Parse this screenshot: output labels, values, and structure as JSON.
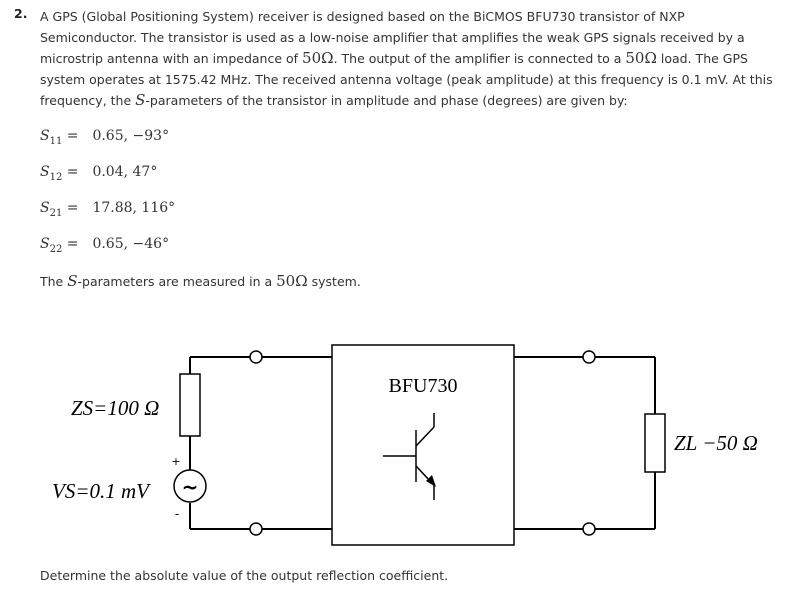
{
  "question_number": "2.",
  "intro": {
    "p1": "A GPS (Global Positioning System) receiver is designed based on the BiCMOS BFU730 transistor of NXP Semiconductor. The transistor is used as a low-noise amplifier that amplifies the weak GPS signals received by a microstrip antenna with an impedance of ",
    "m1": "50Ω",
    "p2": ". The output of the amplifier is connected to a ",
    "m2": "50Ω",
    "p3": " load. The GPS system operates at 1575.42 MHz. The received antenna voltage (peak amplitude) at this frequency is 0.1 mV. At this frequency, the ",
    "m3": "S",
    "p4": "-parameters of the transistor in amplitude and phase (degrees) are given by:"
  },
  "equations": [
    {
      "sub": "11",
      "value": "0.65, −93°"
    },
    {
      "sub": "12",
      "value": "0.04, 47°"
    },
    {
      "sub": "21",
      "value": "17.88, 116°"
    },
    {
      "sub": "22",
      "value": "0.65, −46°"
    }
  ],
  "note": {
    "pre": "The ",
    "s": "S",
    "mid": "-parameters are measured in a ",
    "z": "50Ω",
    "post": " system."
  },
  "circuit": {
    "transistor_label": "BFU730",
    "zs_label": "ZS=100 Ω",
    "vs_label": "VS=0.1 mV",
    "zl_label": "ZL −50 Ω",
    "plus": "+",
    "minus": "-",
    "tilde": "~"
  },
  "question": "Determine the absolute value of the output reflection coefficient."
}
